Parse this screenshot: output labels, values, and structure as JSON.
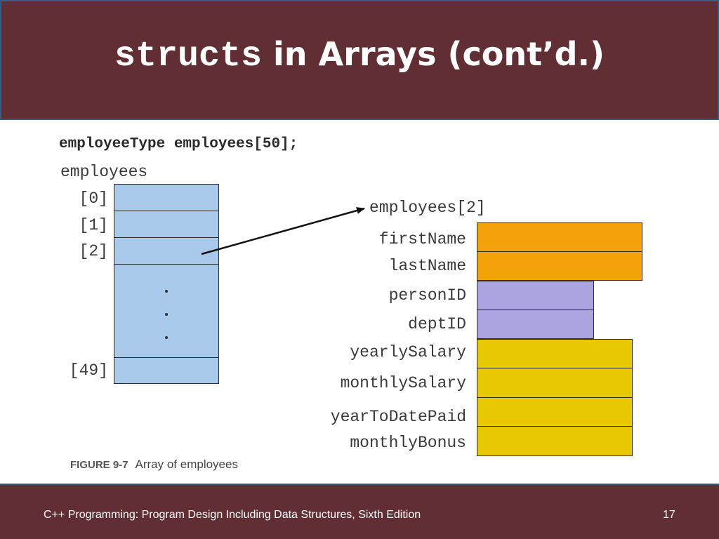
{
  "slide": {
    "title_code": "structs",
    "title_rest": " in Arrays (cont’d.)",
    "page_number": "17",
    "footer_text": "C++ Programming: Program Design Including Data Structures, Sixth Edition"
  },
  "figure": {
    "declaration": "employeeType employees[50];",
    "array_name": "employees",
    "indices": [
      "[0]",
      "[1]",
      "[2]",
      "[49]"
    ],
    "element_label": "employees[2]",
    "fields": [
      "firstName",
      "lastName",
      "personID",
      "deptID",
      "yearlySalary",
      "monthlySalary",
      "yearToDatePaid",
      "monthlyBonus"
    ],
    "caption_number": "FIGURE 9-7",
    "caption_text": "Array of employees"
  },
  "colors": {
    "title_background": "#612f33",
    "border_accent": "#3c5a86",
    "array_cell": "#a8c9ea",
    "name_fields": "#f4a20a",
    "id_fields": "#aba4e0",
    "salary_fields": "#e8c800"
  }
}
